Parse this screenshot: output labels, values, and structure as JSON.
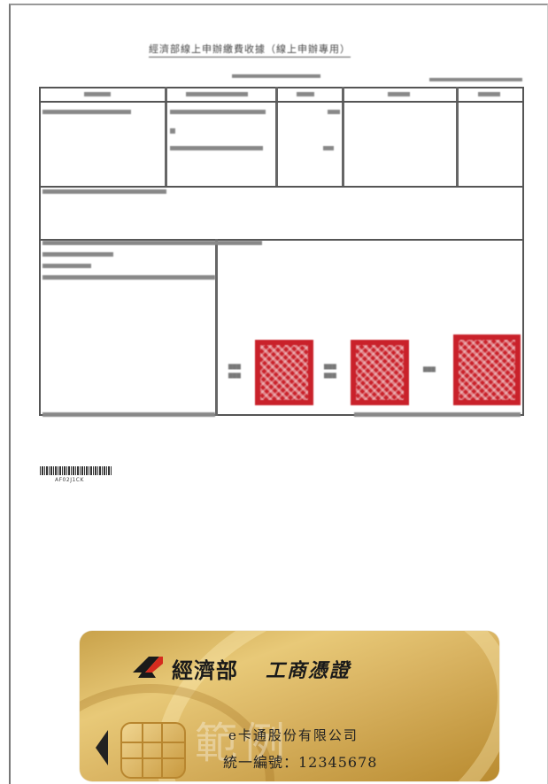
{
  "document": {
    "title": "經濟部線上申辦繳費收據（線上申辦專用）",
    "barcode_number": "AF02J1CK"
  },
  "card": {
    "ministry": "經濟部",
    "certificate": "工商憑證",
    "watermark": "範例",
    "company": "e卡通股份有限公司",
    "unified_number": "統一編號：12345678"
  },
  "colors": {
    "stamp_red": "#c9212a",
    "card_gold": "#d8b260",
    "logo_red": "#d52b1e"
  }
}
